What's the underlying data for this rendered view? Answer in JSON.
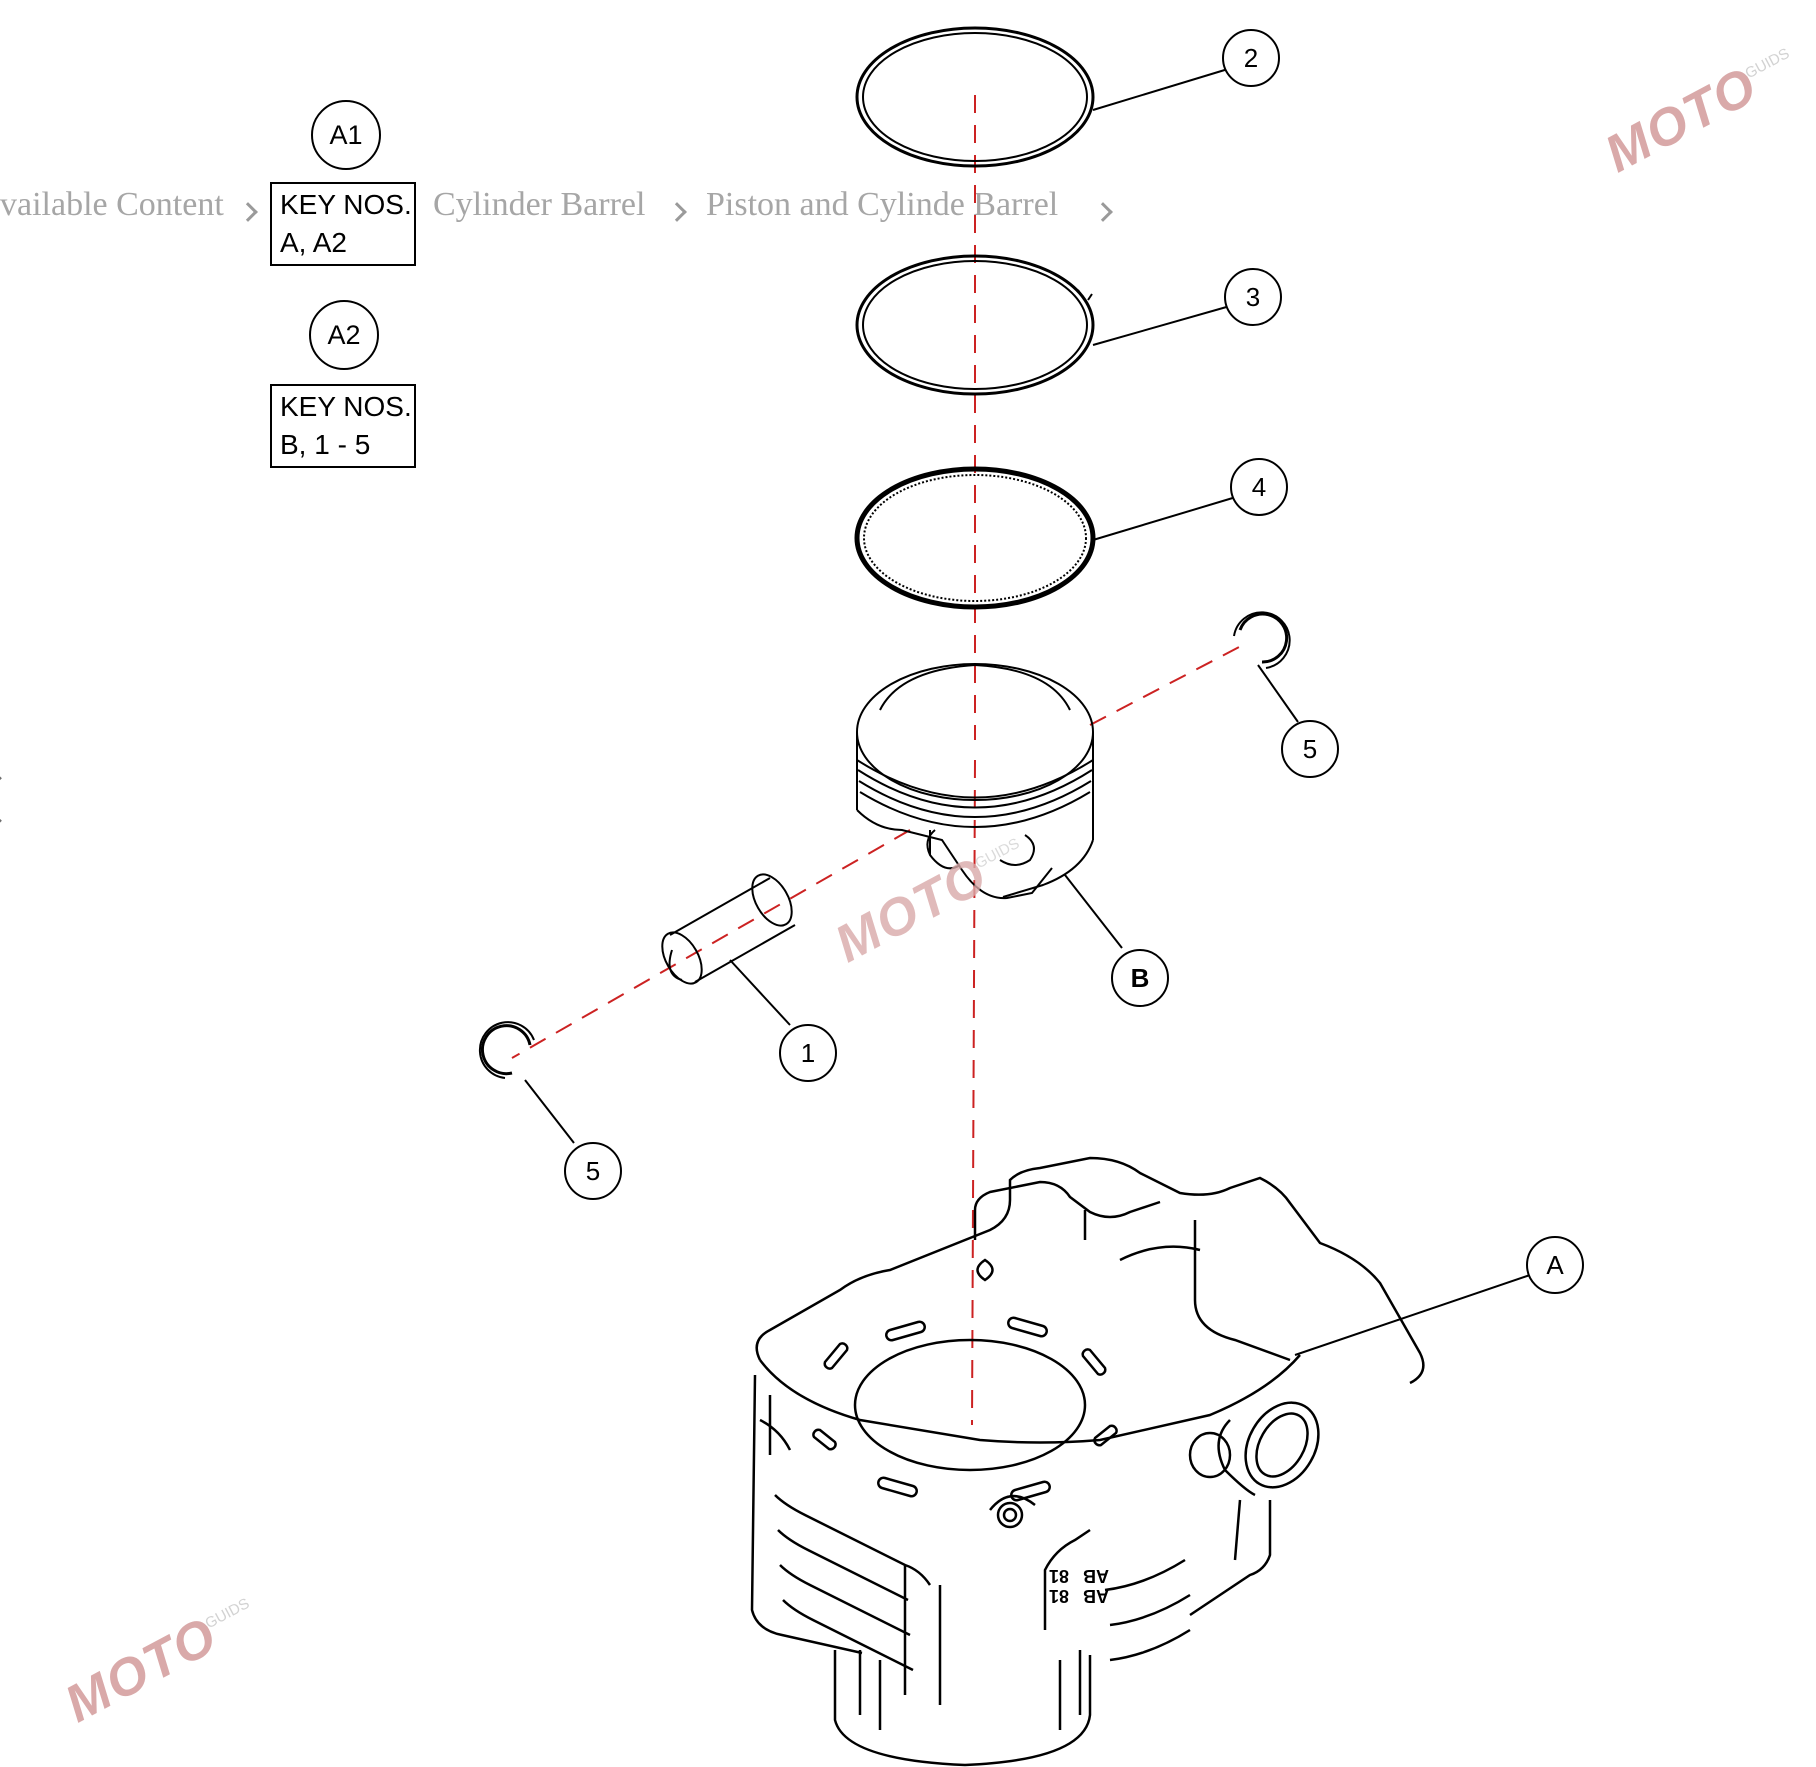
{
  "breadcrumb": {
    "items": [
      "vailable Content",
      "Cylinder Barrel",
      "Piston and Cylinde  Barrel"
    ]
  },
  "assembly_keys": [
    {
      "marker": "A1",
      "heading": "KEY NOS.",
      "keys": "A, A2"
    },
    {
      "marker": "A2",
      "heading": "KEY NOS.",
      "keys": "B, 1 - 5"
    }
  ],
  "callouts": {
    "ring_top": "2",
    "ring_second": "3",
    "ring_oil": "4",
    "circlip_right": "5",
    "piston": "B",
    "gudgeon_pin": "1",
    "circlip_left": "5",
    "cylinder_barrel": "A"
  },
  "cylinder_casting_text": [
    "81",
    "81",
    "AB",
    "AB"
  ],
  "watermark": {
    "brand": "MOTO",
    "sub": "GUIDS"
  },
  "colors": {
    "line": "#000000",
    "centerline": "#cc2222",
    "breadcrumb_text": "#a6a6a6",
    "watermark_red": "#d9a9a9",
    "watermark_blue": "#a9b6e0"
  }
}
